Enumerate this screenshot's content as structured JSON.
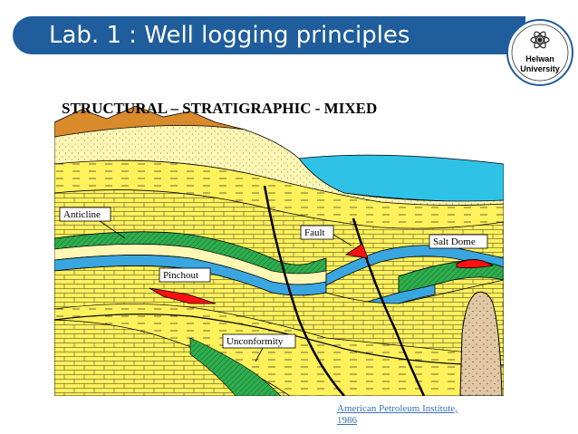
{
  "header": {
    "title": "Lab. 1 : Well logging principles"
  },
  "logo": {
    "line1": "Helwan",
    "line2": "University"
  },
  "figure": {
    "heading": "STRUCTURAL – STRATIGRAPHIC - MIXED",
    "labels": {
      "anticline": "Anticline",
      "fault": "Fault",
      "salt_dome": "Salt Dome",
      "pinchout": "Pinchout",
      "unconformity": "Unconformity"
    },
    "colors": {
      "sky": "#ffffff",
      "sea": "#2ec3e6",
      "mountain": "#d98a2b",
      "sand": "#fff15a",
      "pale": "#fff7b3",
      "reservoir_blue": "#3aa6df",
      "reservoir_green": "#2fae4e",
      "trap_red": "#ff1010",
      "salt": "#e2c7a3"
    }
  },
  "credit": {
    "text": "American Petroleum Institute,\n1986"
  }
}
